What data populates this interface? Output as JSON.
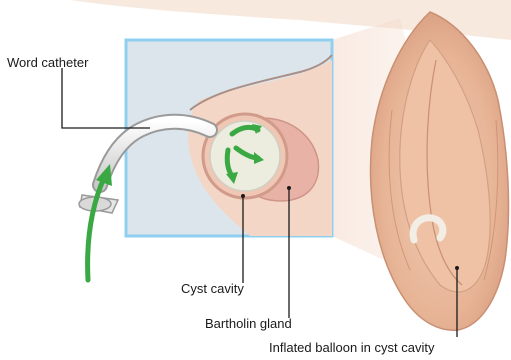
{
  "labels": {
    "catheter": "Word catheter",
    "cyst_cavity": "Cyst cavity",
    "gland": "Bartholin gland",
    "balloon": "Inflated balloon in cyst cavity"
  },
  "colors": {
    "background": "#ffffff",
    "inset_fill": "#dde5ec",
    "inset_border": "#8fd0f0",
    "tissue": "#eec4ae",
    "tissue_dark": "#c98f72",
    "gland": "#e7b4a8",
    "balloon": "#ececdf",
    "arrow_green": "#3aa843",
    "callout_line": "#1a1a1a"
  },
  "icons": [
    "green-curved-arrow-icon",
    "swirl-arrows-icon"
  ]
}
